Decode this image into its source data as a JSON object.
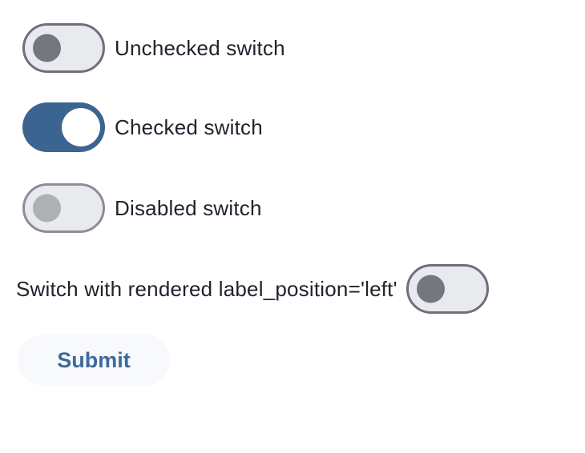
{
  "colors": {
    "background": "#ffffff",
    "track_off": "#e9eaee",
    "track_off_border": "#6d7078",
    "knob_off": "#74777f",
    "track_on": "#3b6491",
    "knob_on": "#ffffff",
    "track_disabled_border": "#8b8e95",
    "knob_disabled": "#aeb0b6",
    "label_text": "#1e222c",
    "button_bg": "#f8f9fd",
    "button_text": "#3d6b9b"
  },
  "switches": [
    {
      "label": "Unchecked switch",
      "state": "unchecked",
      "label_position": "right"
    },
    {
      "label": "Checked switch",
      "state": "checked",
      "label_position": "right"
    },
    {
      "label": "Disabled switch",
      "state": "disabled",
      "label_position": "right"
    },
    {
      "label": "Switch with rendered label_position='left'",
      "state": "unchecked",
      "label_position": "left"
    }
  ],
  "button": {
    "label": "Submit"
  }
}
